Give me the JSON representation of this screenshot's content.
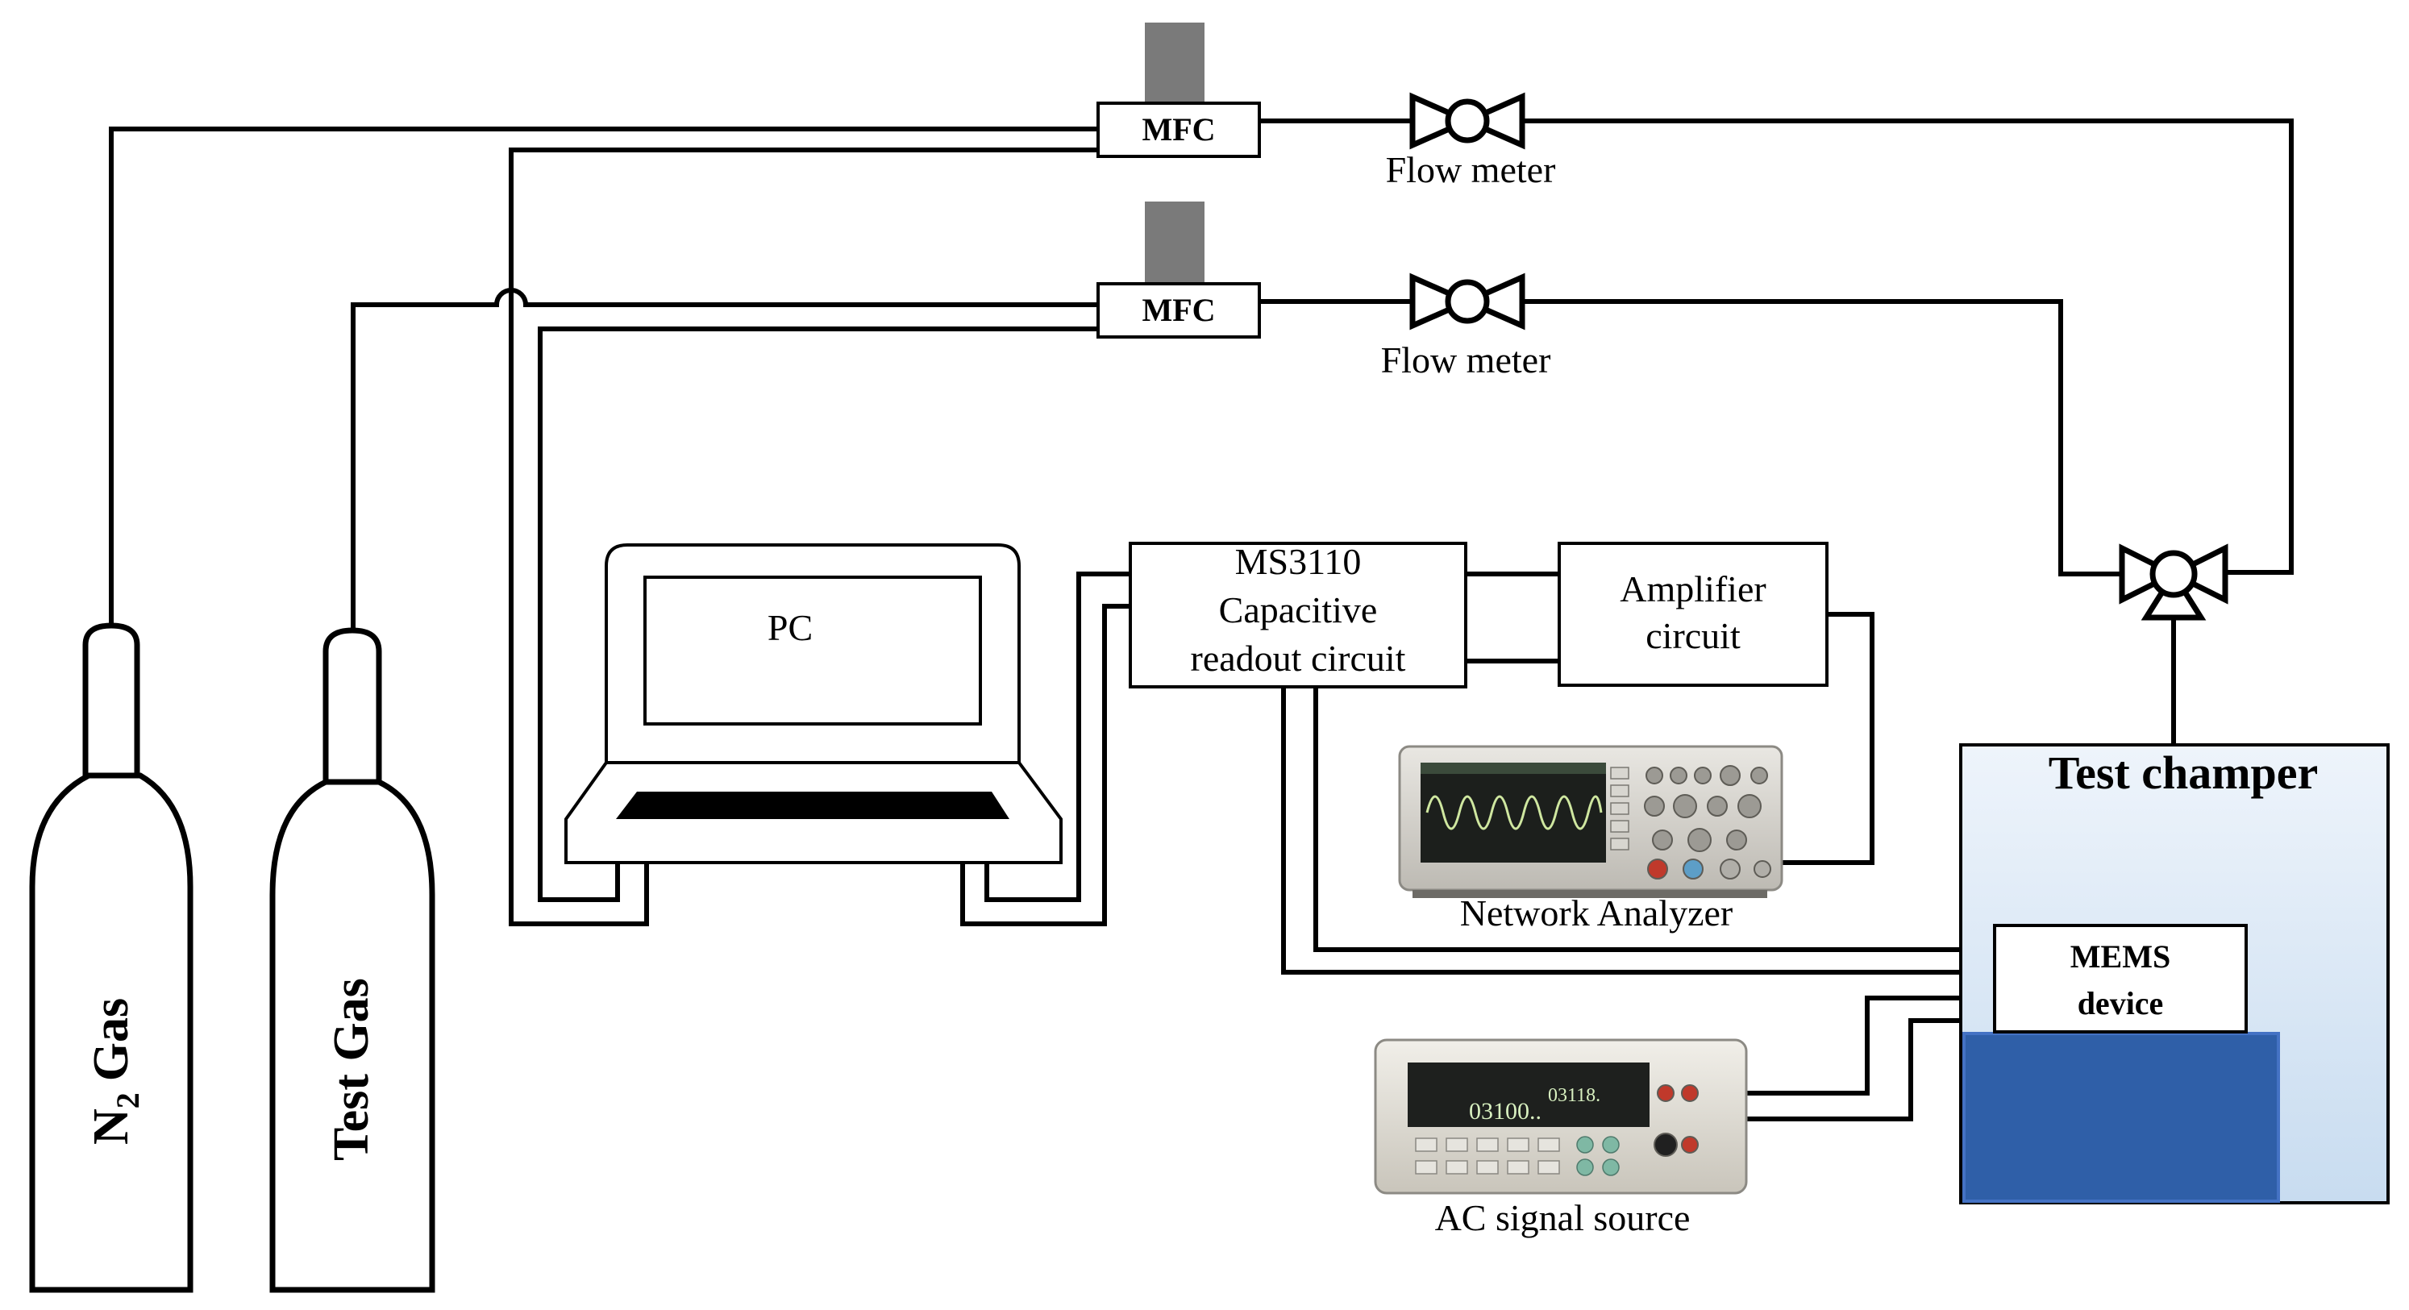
{
  "mfc_top_label": "MFC",
  "mfc_bottom_label": "MFC",
  "flowmeter_top_label": "Flow meter",
  "flowmeter_bottom_label": "Flow meter",
  "pc_label": "PC",
  "readout": {
    "line1": "MS3110",
    "line2": "Capacitive",
    "line3": "readout circuit"
  },
  "amplifier": {
    "line1": "Amplifier",
    "line2": "circuit"
  },
  "network_analyzer_label": "Network Analyzer",
  "ac_source_label": "AC signal source",
  "ac_source_display": {
    "main": "03100..",
    "secondary": "03118."
  },
  "test_chamber_label": "Test champer",
  "mems": {
    "line1": "MEMS",
    "line2": "device"
  },
  "gas_n2": {
    "symbol": "N",
    "subscript": "2",
    "suffix": "Gas"
  },
  "gas_test_label": "Test Gas",
  "colors": {
    "line": "#000000",
    "mfc_stem": "#7a7a7a",
    "chamber_fill_top": "#eef4fb",
    "chamber_fill_bottom": "#c8dcf0",
    "stage_fill": "#2f5fa8",
    "stage_stroke": "#4472c4",
    "screen_bg": "#1c1f1c",
    "trace": "#cfe7a0"
  }
}
